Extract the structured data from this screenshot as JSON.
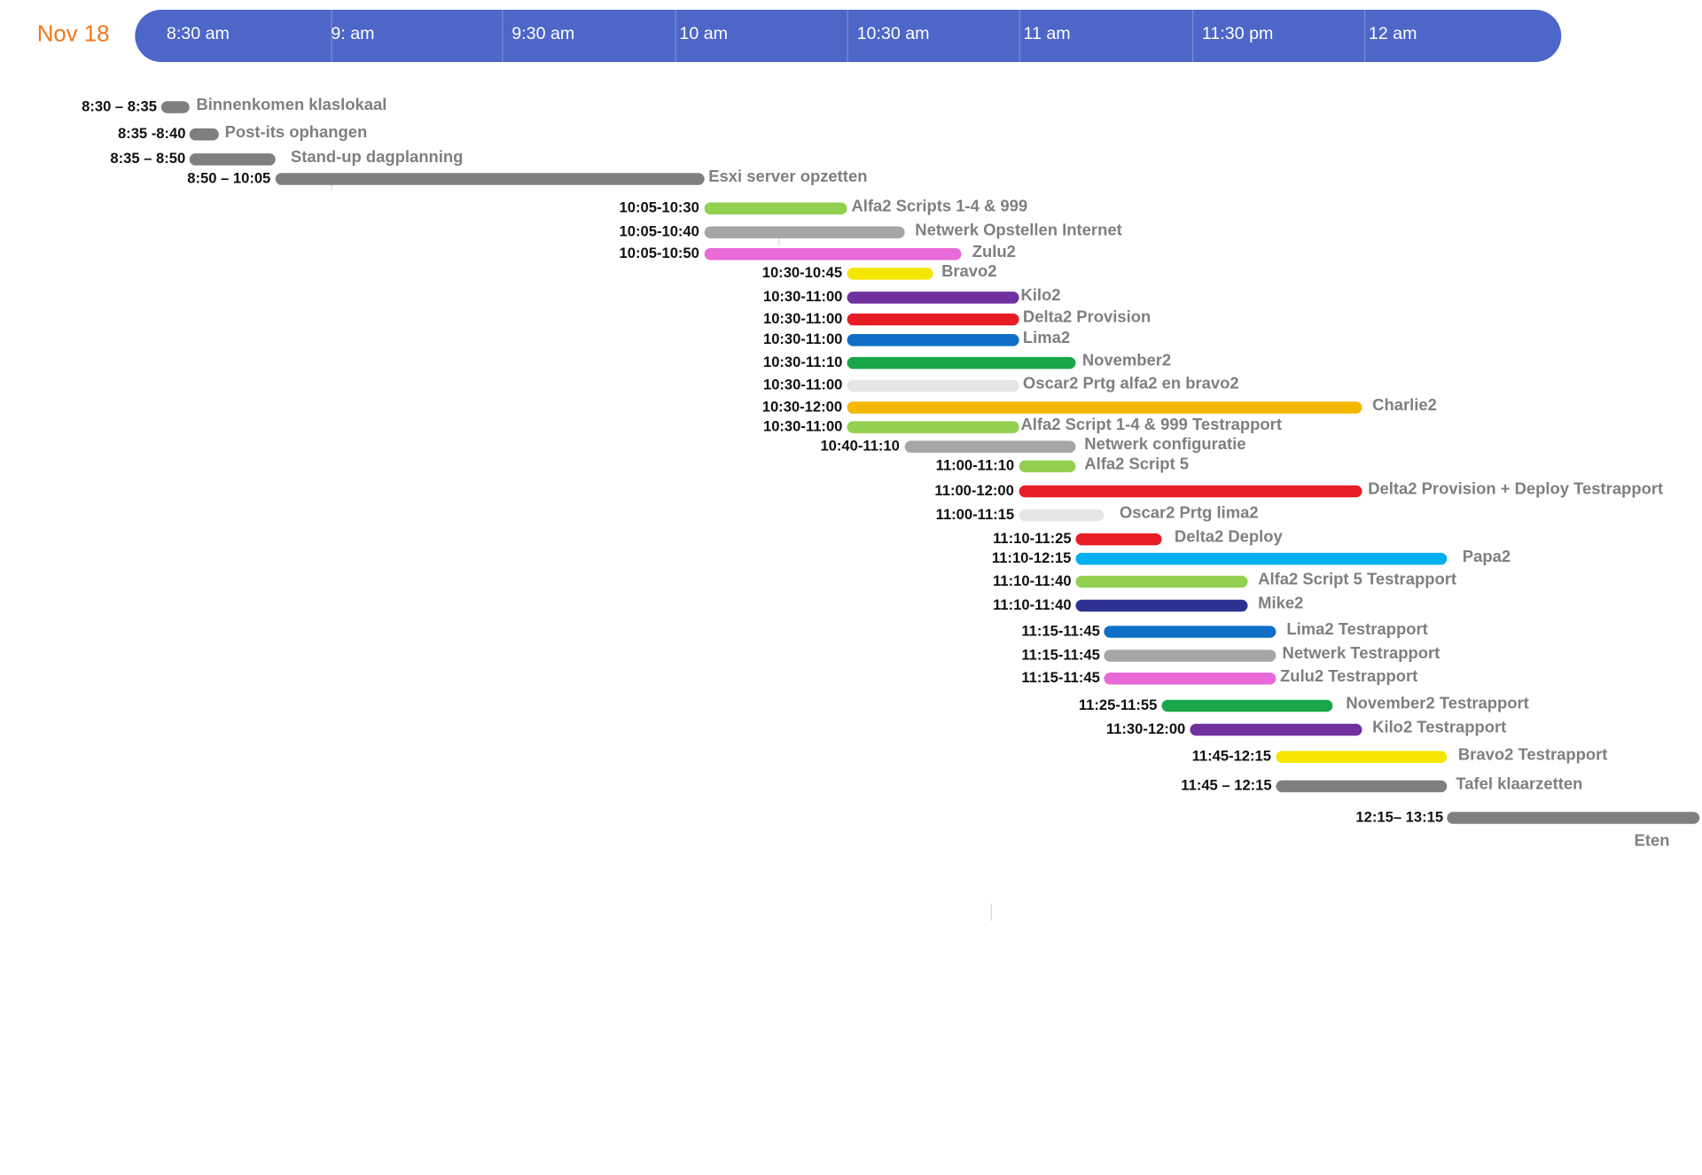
{
  "date": "Nov 18",
  "header": {
    "color": "#4d66c8",
    "ticks": [
      "8:30 am",
      "9: am",
      "9:30 am",
      "10 am",
      "10:30 am",
      "11 am",
      "11:30 pm",
      "12 am"
    ]
  },
  "tasks": [
    {
      "time": "8:30 – 8:35",
      "name": "Binnenkomen klaslokaal",
      "start": "8:30",
      "end": "8:35",
      "color": "#7f7f7f"
    },
    {
      "time": "8:35 -8:40",
      "name": "Post-its ophangen",
      "start": "8:35",
      "end": "8:40",
      "color": "#7f7f7f"
    },
    {
      "time": "8:35 – 8:50",
      "name": "Stand-up dagplanning",
      "start": "8:35",
      "end": "8:50",
      "color": "#7f7f7f"
    },
    {
      "time": "8:50 – 10:05",
      "name": "Esxi server opzetten",
      "start": "8:50",
      "end": "10:05",
      "color": "#7f7f7f"
    },
    {
      "time": "10:05-10:30",
      "name": "Alfa2 Scripts 1-4 & 999",
      "start": "10:05",
      "end": "10:30",
      "color": "#92d050"
    },
    {
      "time": "10:05-10:40",
      "name": "Netwerk Opstellen Internet",
      "start": "10:05",
      "end": "10:40",
      "color": "#a6a6a6"
    },
    {
      "time": "10:05-10:50",
      "name": "Zulu2",
      "start": "10:05",
      "end": "10:50",
      "color": "#e86ad8"
    },
    {
      "time": "10:30-10:45",
      "name": "Bravo2",
      "start": "10:30",
      "end": "10:45",
      "color": "#f5e600"
    },
    {
      "time": "10:30-11:00",
      "name": "Kilo2",
      "start": "10:30",
      "end": "11:00",
      "color": "#7030a0"
    },
    {
      "time": "10:30-11:00",
      "name": "Delta2 Provision",
      "start": "10:30",
      "end": "11:00",
      "color": "#e81c24"
    },
    {
      "time": "10:30-11:00",
      "name": "Lima2",
      "start": "10:30",
      "end": "11:00",
      "color": "#0f6fc6"
    },
    {
      "time": "10:30-11:10",
      "name": "November2",
      "start": "10:30",
      "end": "11:10",
      "color": "#1aa64a"
    },
    {
      "time": "10:30-11:00",
      "name": "Oscar2 Prtg alfa2 en bravo2",
      "start": "10:30",
      "end": "11:00",
      "color": "#e6e6e6"
    },
    {
      "time": "10:30-12:00",
      "name": "Charlie2",
      "start": "10:30",
      "end": "12:00",
      "color": "#f5b800"
    },
    {
      "time": "10:30-11:00",
      "name": "Alfa2 Script 1-4 & 999 Testrapport",
      "start": "10:30",
      "end": "11:00",
      "color": "#92d050"
    },
    {
      "time": "10:40-11:10",
      "name": "Netwerk configuratie",
      "start": "10:40",
      "end": "11:10",
      "color": "#a6a6a6"
    },
    {
      "time": "11:00-11:10",
      "name": "Alfa2 Script 5",
      "start": "11:00",
      "end": "11:10",
      "color": "#92d050"
    },
    {
      "time": "11:00-12:00",
      "name": "Delta2 Provision + Deploy Testrapport",
      "start": "11:00",
      "end": "12:00",
      "color": "#e81c24"
    },
    {
      "time": "11:00-11:15",
      "name": "Oscar2 Prtg lima2",
      "start": "11:00",
      "end": "11:15",
      "color": "#e6e6e6"
    },
    {
      "time": "11:10-11:25",
      "name": "Delta2 Deploy",
      "start": "11:10",
      "end": "11:25",
      "color": "#e81c24"
    },
    {
      "time": "11:10-12:15",
      "name": "Papa2",
      "start": "11:10",
      "end": "12:15",
      "color": "#00b0f0"
    },
    {
      "time": "11:10-11:40",
      "name": "Alfa2 Script 5 Testrapport",
      "start": "11:10",
      "end": "11:40",
      "color": "#92d050"
    },
    {
      "time": "11:10-11:40",
      "name": "Mike2",
      "start": "11:10",
      "end": "11:40",
      "color": "#2e3192"
    },
    {
      "time": "11:15-11:45",
      "name": "Lima2 Testrapport",
      "start": "11:15",
      "end": "11:45",
      "color": "#0f6fc6"
    },
    {
      "time": "11:15-11:45",
      "name": "Netwerk Testrapport",
      "start": "11:15",
      "end": "11:45",
      "color": "#a6a6a6"
    },
    {
      "time": "11:15-11:45",
      "name": "Zulu2 Testrapport",
      "start": "11:15",
      "end": "11:45",
      "color": "#e86ad8"
    },
    {
      "time": "11:25-11:55",
      "name": "November2 Testrapport",
      "start": "11:25",
      "end": "11:55",
      "color": "#1aa64a"
    },
    {
      "time": "11:30-12:00",
      "name": "Kilo2 Testrapport",
      "start": "11:30",
      "end": "12:00",
      "color": "#7030a0"
    },
    {
      "time": "11:45-12:15",
      "name": "Bravo2 Testrapport",
      "start": "11:45",
      "end": "12:15",
      "color": "#f5e600"
    },
    {
      "time": "11:45 – 12:15",
      "name": "Tafel klaarzetten",
      "start": "11:45",
      "end": "12:15",
      "color": "#7f7f7f"
    },
    {
      "time": "12:15– 13:15",
      "name": "Eten",
      "start": "12:15",
      "end": "13:15",
      "color": "#7f7f7f"
    }
  ]
}
